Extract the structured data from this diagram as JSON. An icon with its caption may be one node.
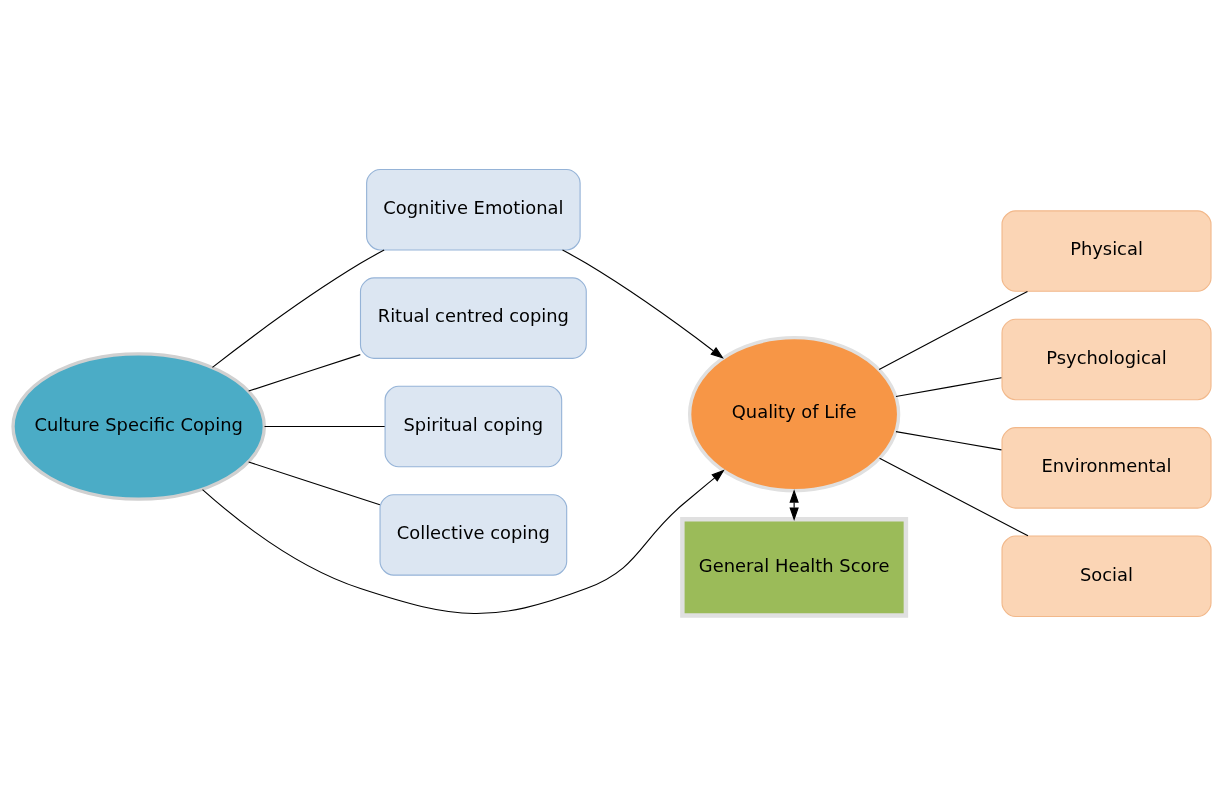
{
  "diagram": {
    "nodes": [
      {
        "text": [
          "Culture Specific Coping"
        ]
      },
      {
        "text": [
          "Cognitive Emotional"
        ]
      },
      {
        "text": [
          "Ritual centred coping"
        ]
      },
      {
        "text": [
          "Spiritual coping"
        ]
      },
      {
        "text": [
          "Collective coping"
        ]
      },
      {
        "text": [
          "General Health Score"
        ]
      },
      {
        "text": [
          "Quality of Life"
        ]
      },
      {
        "text": [
          "Physical"
        ]
      },
      {
        "text": [
          "Psychological"
        ]
      },
      {
        "text": [
          "Environmental"
        ]
      },
      {
        "text": [
          "Social"
        ]
      }
    ],
    "edges": [
      {
        "from": 0,
        "to": 1,
        "arrow": "none"
      },
      {
        "from": 0,
        "to": 2,
        "arrow": "none"
      },
      {
        "from": 0,
        "to": 3,
        "arrow": "none"
      },
      {
        "from": 0,
        "to": 4,
        "arrow": "none"
      },
      {
        "from": 1,
        "to": 6,
        "arrow": "to"
      },
      {
        "from": 5,
        "to": 6,
        "arrow": "both"
      },
      {
        "from": 0,
        "to": 6,
        "arrow": "to"
      },
      {
        "from": 6,
        "to": 7,
        "arrow": "none"
      },
      {
        "from": 6,
        "to": 8,
        "arrow": "none"
      },
      {
        "from": 6,
        "to": 9,
        "arrow": "none"
      },
      {
        "from": 6,
        "to": 10,
        "arrow": "none"
      }
    ]
  }
}
